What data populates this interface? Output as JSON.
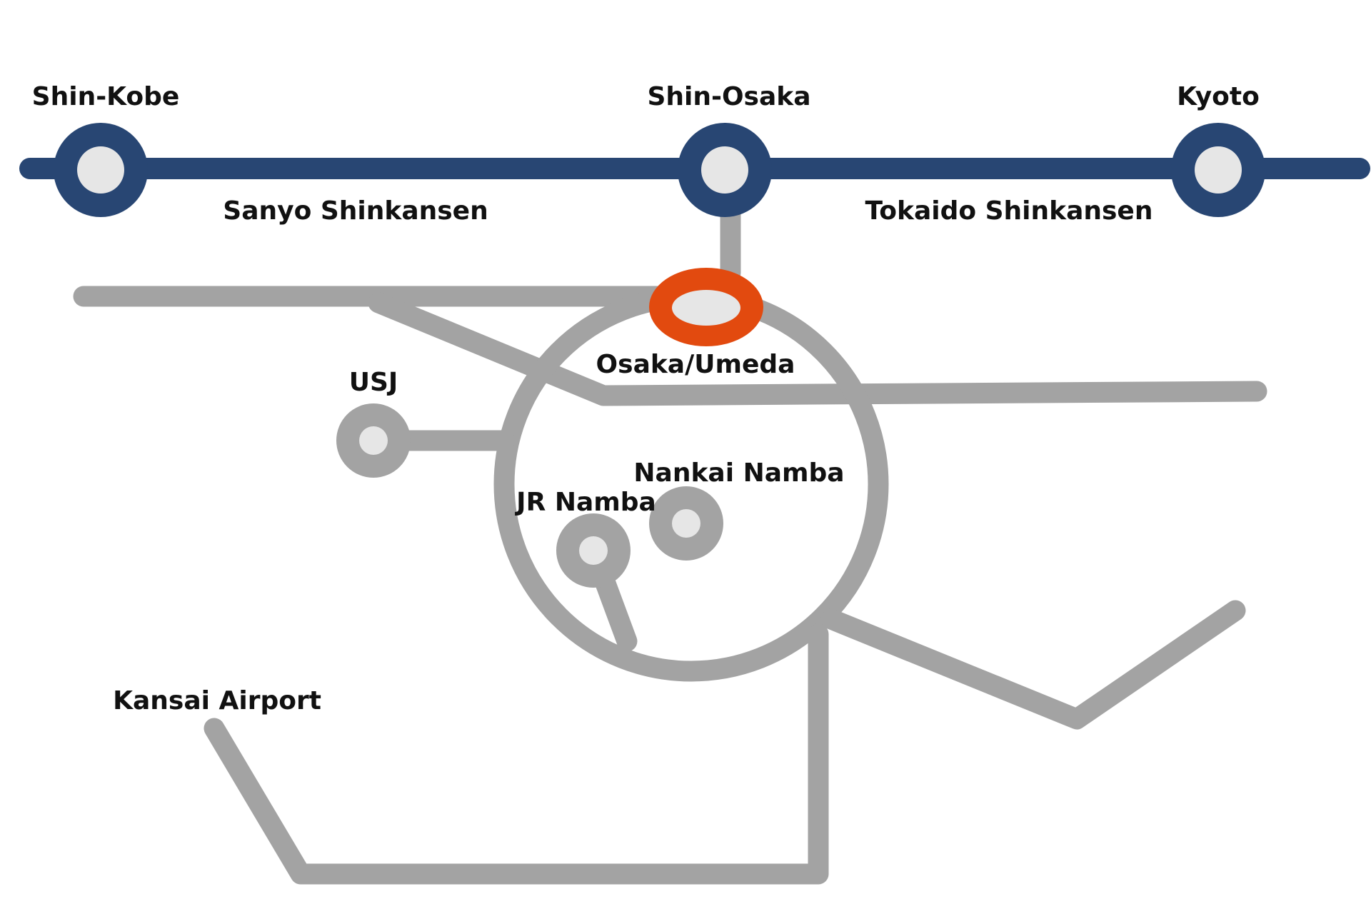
{
  "colors": {
    "background": "#ffffff",
    "shinkansen_line": "#284673",
    "local_line": "#a3a3a3",
    "station_fill": "#e6e6e6",
    "highlight": "#e24a0f",
    "text": "#111111"
  },
  "lines": {
    "sanyo_shinkansen": "Sanyo Shinkansen",
    "tokaido_shinkansen": "Tokaido Shinkansen"
  },
  "stations": {
    "shin_kobe": "Shin-Kobe",
    "shin_osaka": "Shin-Osaka",
    "kyoto": "Kyoto",
    "osaka_umeda": "Osaka/Umeda",
    "usj": "USJ",
    "nankai_namba": "Nankai Namba",
    "jr_namba": "JR Namba",
    "kansai_airport": "Kansai Airport"
  }
}
